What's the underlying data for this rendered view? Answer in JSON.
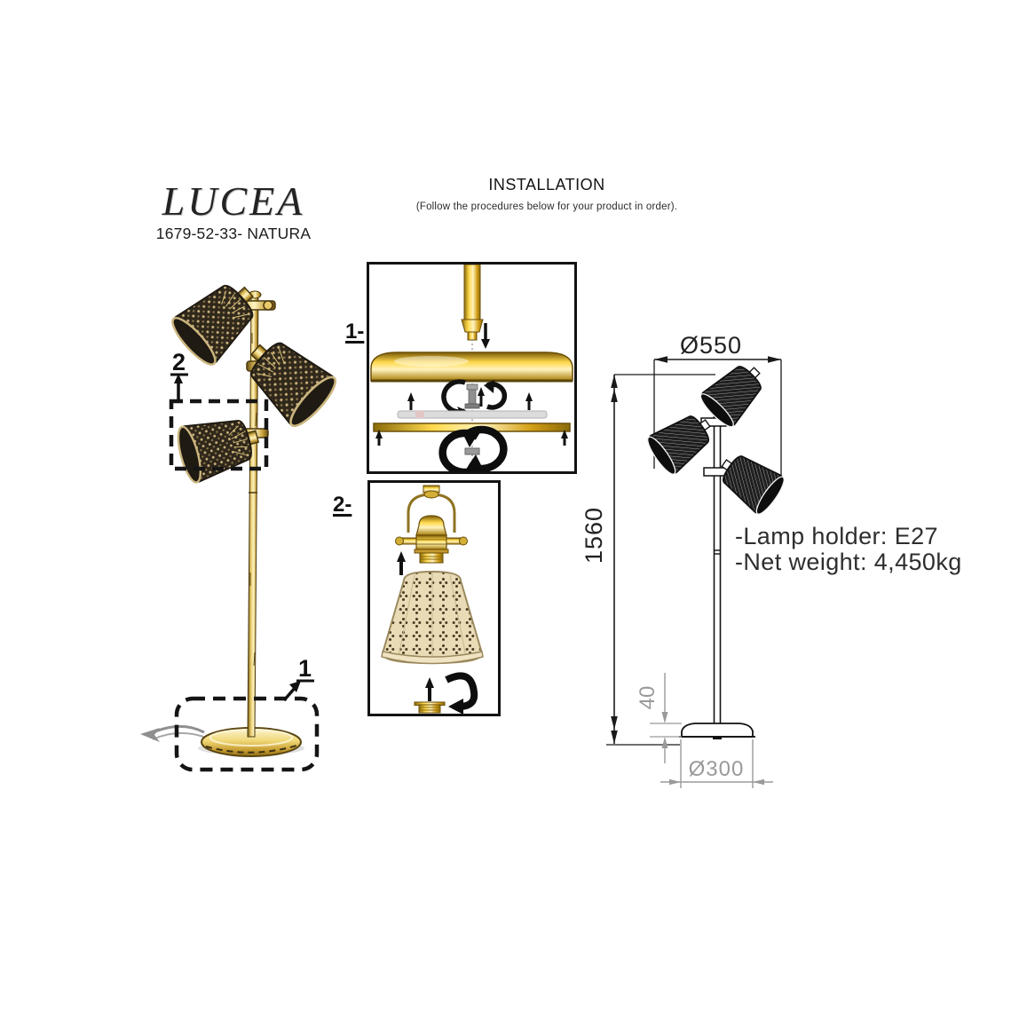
{
  "brand": {
    "name": "LUCEA",
    "model": "1679-52-33- NATURA"
  },
  "header": {
    "title": "INSTALLATION",
    "subtitle": "(Follow the procedures below for your product in order)."
  },
  "steps": [
    {
      "label": "1-"
    },
    {
      "label": "2-"
    }
  ],
  "callouts": {
    "shade_step": "2",
    "base_step": "1"
  },
  "specs": {
    "lamp_holder": "-Lamp holder: E27",
    "net_weight": "-Net weight: 4,450kg"
  },
  "dimensions": {
    "head_span": "Ø550",
    "total_height": "1560",
    "base_height": "40",
    "base_diameter": "Ø300"
  },
  "colors": {
    "brass": "#c9a227",
    "brass_light": "#ffe98a",
    "brass_dark": "#6b5210",
    "line": "#1a1a1a",
    "dim_secondary": "#9a9a9a",
    "shade_dark": "#30281b",
    "shade_cream": "#e8dbb6"
  }
}
